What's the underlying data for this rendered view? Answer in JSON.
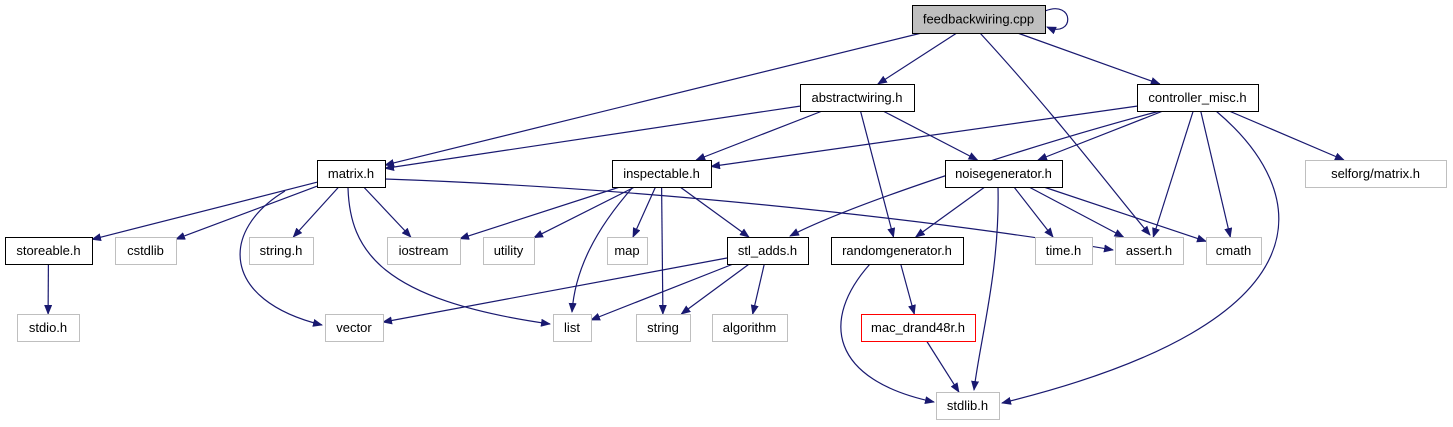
{
  "colors": {
    "edge": "#191970",
    "root_fill": "#bfbfbf",
    "project_border": "#000000",
    "external_border": "#bfbfbf",
    "highlight_border": "#ff0000",
    "text": "#000000"
  },
  "nodes": {
    "feedbackwiring_cpp": {
      "label": "feedbackwiring.cpp",
      "kind": "root"
    },
    "abstractwiring_h": {
      "label": "abstractwiring.h",
      "kind": "project"
    },
    "controller_misc_h": {
      "label": "controller_misc.h",
      "kind": "project"
    },
    "matrix_h": {
      "label": "matrix.h",
      "kind": "project"
    },
    "inspectable_h": {
      "label": "inspectable.h",
      "kind": "project"
    },
    "noisegenerator_h": {
      "label": "noisegenerator.h",
      "kind": "project"
    },
    "selforg_matrix_h": {
      "label": "selforg/matrix.h",
      "kind": "external"
    },
    "storeable_h": {
      "label": "storeable.h",
      "kind": "project"
    },
    "cstdlib": {
      "label": "cstdlib",
      "kind": "external"
    },
    "string_h": {
      "label": "string.h",
      "kind": "external"
    },
    "iostream": {
      "label": "iostream",
      "kind": "external"
    },
    "utility": {
      "label": "utility",
      "kind": "external"
    },
    "map": {
      "label": "map",
      "kind": "external"
    },
    "stl_adds_h": {
      "label": "stl_adds.h",
      "kind": "project"
    },
    "randomgenerator_h": {
      "label": "randomgenerator.h",
      "kind": "project"
    },
    "time_h": {
      "label": "time.h",
      "kind": "external"
    },
    "assert_h": {
      "label": "assert.h",
      "kind": "external"
    },
    "cmath": {
      "label": "cmath",
      "kind": "external"
    },
    "stdio_h": {
      "label": "stdio.h",
      "kind": "external"
    },
    "vector": {
      "label": "vector",
      "kind": "external"
    },
    "list": {
      "label": "list",
      "kind": "external"
    },
    "string": {
      "label": "string",
      "kind": "external"
    },
    "algorithm": {
      "label": "algorithm",
      "kind": "external"
    },
    "mac_drand48r_h": {
      "label": "mac_drand48r.h",
      "kind": "highlight"
    },
    "stdlib_h": {
      "label": "stdlib.h",
      "kind": "external"
    }
  },
  "edges": [
    [
      "feedbackwiring_cpp",
      "feedbackwiring_cpp"
    ],
    [
      "feedbackwiring_cpp",
      "abstractwiring_h"
    ],
    [
      "feedbackwiring_cpp",
      "controller_misc_h"
    ],
    [
      "feedbackwiring_cpp",
      "matrix_h"
    ],
    [
      "feedbackwiring_cpp",
      "assert_h"
    ],
    [
      "abstractwiring_h",
      "matrix_h"
    ],
    [
      "abstractwiring_h",
      "inspectable_h"
    ],
    [
      "abstractwiring_h",
      "noisegenerator_h"
    ],
    [
      "abstractwiring_h",
      "randomgenerator_h"
    ],
    [
      "controller_misc_h",
      "inspectable_h"
    ],
    [
      "controller_misc_h",
      "stl_adds_h"
    ],
    [
      "controller_misc_h",
      "noisegenerator_h"
    ],
    [
      "controller_misc_h",
      "selforg_matrix_h"
    ],
    [
      "controller_misc_h",
      "assert_h"
    ],
    [
      "controller_misc_h",
      "cmath"
    ],
    [
      "controller_misc_h",
      "stdlib_h"
    ],
    [
      "matrix_h",
      "storeable_h"
    ],
    [
      "matrix_h",
      "cstdlib"
    ],
    [
      "matrix_h",
      "string_h"
    ],
    [
      "matrix_h",
      "iostream"
    ],
    [
      "matrix_h",
      "vector"
    ],
    [
      "matrix_h",
      "list"
    ],
    [
      "matrix_h",
      "assert_h"
    ],
    [
      "inspectable_h",
      "iostream"
    ],
    [
      "inspectable_h",
      "utility"
    ],
    [
      "inspectable_h",
      "map"
    ],
    [
      "inspectable_h",
      "stl_adds_h"
    ],
    [
      "inspectable_h",
      "list"
    ],
    [
      "inspectable_h",
      "string"
    ],
    [
      "noisegenerator_h",
      "randomgenerator_h"
    ],
    [
      "noisegenerator_h",
      "time_h"
    ],
    [
      "noisegenerator_h",
      "assert_h"
    ],
    [
      "noisegenerator_h",
      "cmath"
    ],
    [
      "noisegenerator_h",
      "stdlib_h"
    ],
    [
      "storeable_h",
      "stdio_h"
    ],
    [
      "stl_adds_h",
      "vector"
    ],
    [
      "stl_adds_h",
      "list"
    ],
    [
      "stl_adds_h",
      "string"
    ],
    [
      "stl_adds_h",
      "algorithm"
    ],
    [
      "randomgenerator_h",
      "mac_drand48r_h"
    ],
    [
      "randomgenerator_h",
      "stdlib_h"
    ],
    [
      "mac_drand48r_h",
      "stdlib_h"
    ]
  ]
}
